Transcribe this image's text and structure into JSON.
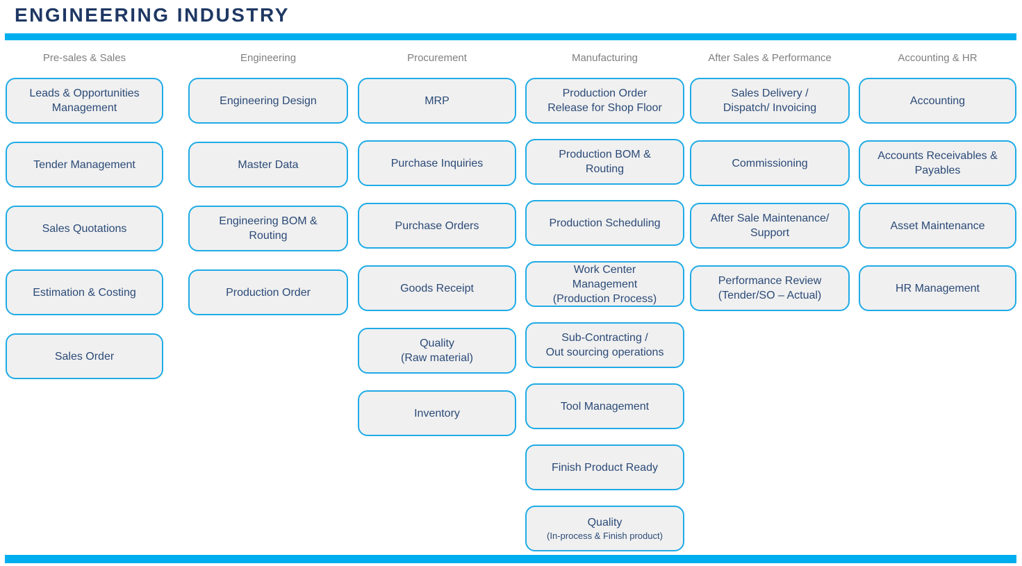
{
  "title": "ENGINEERING INDUSTRY",
  "colors": {
    "accent_bar": "#00AEEF",
    "box_border": "#1FABE6",
    "box_background": "#F0F0F0",
    "box_text": "#2B4A77",
    "title_text": "#1F3864",
    "header_text": "#7F7F7F"
  },
  "columns": [
    {
      "header": "Pre-sales & Sales",
      "boxes": [
        {
          "label_lines": [
            "Leads & Opportunities",
            "Management"
          ]
        },
        {
          "label_lines": [
            "Tender Management"
          ]
        },
        {
          "label_lines": [
            "Sales Quotations"
          ]
        },
        {
          "label_lines": [
            "Estimation & Costing"
          ]
        },
        {
          "label_lines": [
            "Sales Order"
          ]
        }
      ]
    },
    {
      "header": "Engineering",
      "boxes": [
        {
          "label_lines": [
            "Engineering Design"
          ]
        },
        {
          "label_lines": [
            "Master Data"
          ]
        },
        {
          "label_lines": [
            "Engineering BOM &",
            "Routing"
          ]
        },
        {
          "label_lines": [
            "Production Order"
          ]
        }
      ]
    },
    {
      "header": "Procurement",
      "boxes": [
        {
          "label_lines": [
            "MRP"
          ]
        },
        {
          "label_lines": [
            "Purchase Inquiries"
          ]
        },
        {
          "label_lines": [
            "Purchase Orders"
          ]
        },
        {
          "label_lines": [
            "Goods Receipt"
          ]
        },
        {
          "label_lines": [
            "Quality",
            "(Raw material)"
          ]
        },
        {
          "label_lines": [
            "Inventory"
          ]
        }
      ]
    },
    {
      "header": "Manufacturing",
      "boxes": [
        {
          "label_lines": [
            "Production Order",
            "Release for Shop Floor"
          ]
        },
        {
          "label_lines": [
            "Production BOM &",
            "Routing"
          ]
        },
        {
          "label_lines": [
            "Production Scheduling"
          ]
        },
        {
          "label_lines": [
            "Work Center",
            "Management",
            "(Production Process)"
          ]
        },
        {
          "label_lines": [
            "Sub-Contracting /",
            "Out sourcing operations"
          ]
        },
        {
          "label_lines": [
            "Tool Management"
          ]
        },
        {
          "label_lines": [
            "Finish Product Ready"
          ]
        },
        {
          "label_lines": [
            "Quality"
          ],
          "note": "(In-process & Finish product)"
        }
      ]
    },
    {
      "header": "After Sales & Performance",
      "boxes": [
        {
          "label_lines": [
            "Sales Delivery /",
            "Dispatch/ Invoicing"
          ]
        },
        {
          "label_lines": [
            "Commissioning"
          ]
        },
        {
          "label_lines": [
            "After Sale Maintenance/",
            "Support"
          ]
        },
        {
          "label_lines": [
            "Performance Review",
            "(Tender/SO – Actual)"
          ]
        }
      ]
    },
    {
      "header": "Accounting & HR",
      "boxes": [
        {
          "label_lines": [
            "Accounting"
          ]
        },
        {
          "label_lines": [
            "Accounts Receivables &",
            "Payables"
          ]
        },
        {
          "label_lines": [
            "Asset Maintenance"
          ]
        },
        {
          "label_lines": [
            "HR Management"
          ]
        }
      ]
    }
  ]
}
